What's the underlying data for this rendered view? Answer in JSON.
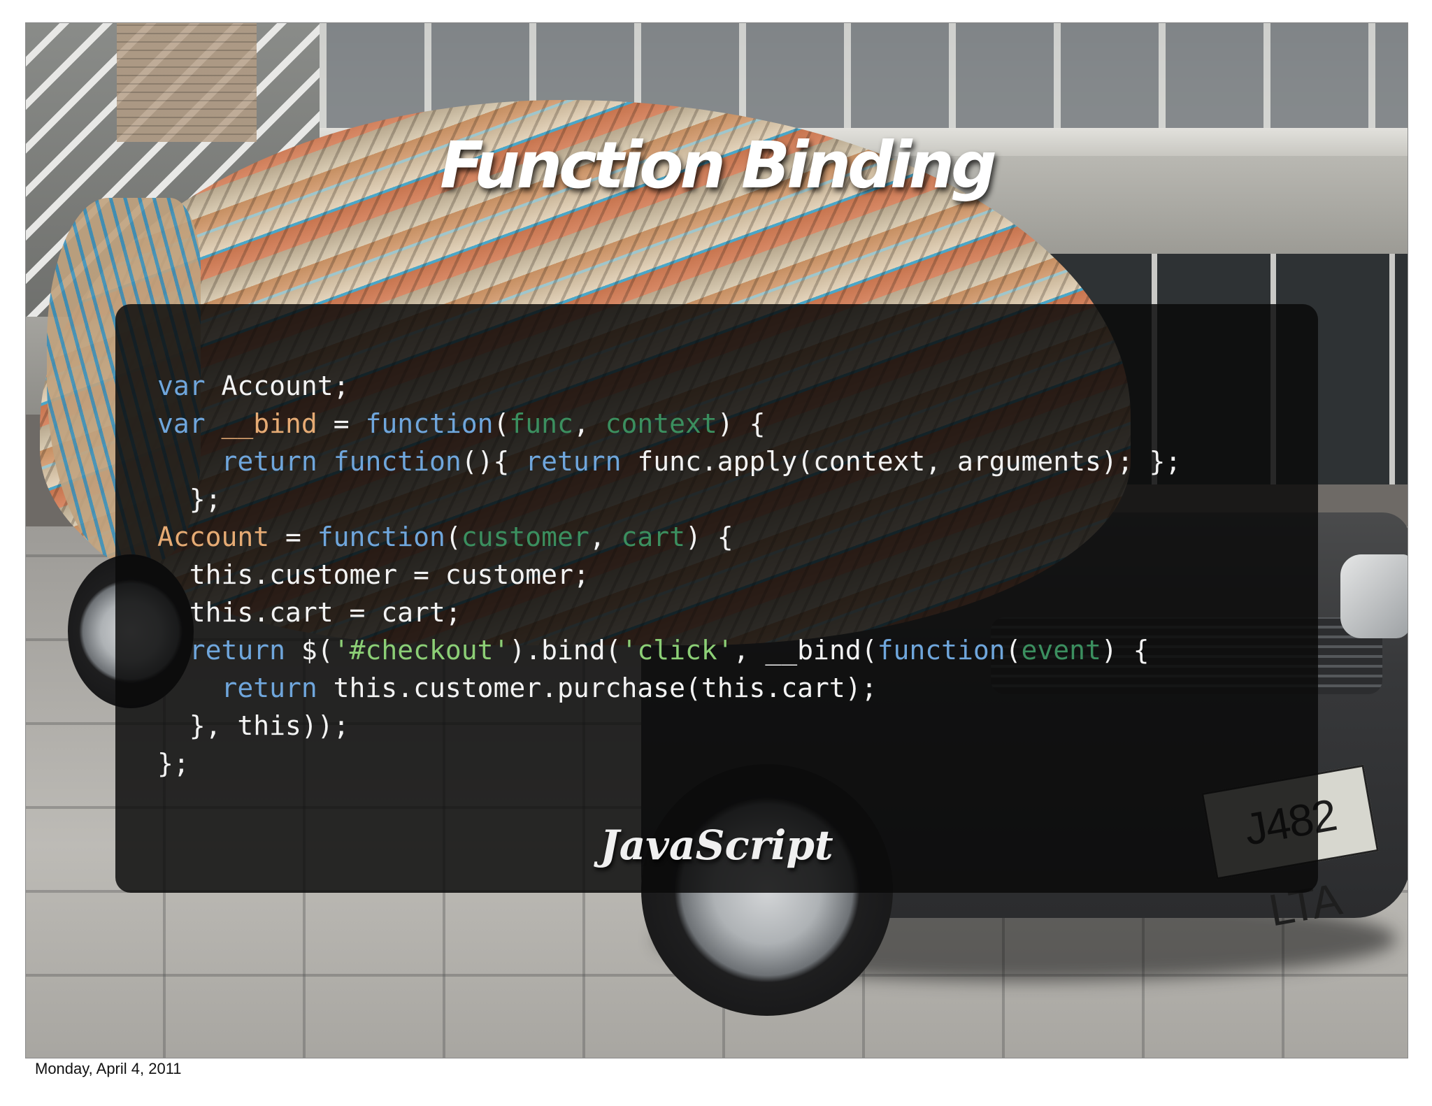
{
  "slide": {
    "title": "Function Binding",
    "language_label": "JavaScript",
    "photo": {
      "plate_text": "J482 LTA"
    },
    "code_lines": [
      [
        {
          "t": "var",
          "c": "kw"
        },
        {
          "t": " Account;"
        }
      ],
      [
        {
          "t": "var",
          "c": "kw"
        },
        {
          "t": " "
        },
        {
          "t": "__bind",
          "c": "fn"
        },
        {
          "t": " = "
        },
        {
          "t": "function",
          "c": "kw"
        },
        {
          "t": "("
        },
        {
          "t": "func",
          "c": "prm"
        },
        {
          "t": ", "
        },
        {
          "t": "context",
          "c": "prm"
        },
        {
          "t": ") {"
        }
      ],
      [
        {
          "t": "    "
        },
        {
          "t": "return",
          "c": "kw"
        },
        {
          "t": " "
        },
        {
          "t": "function",
          "c": "kw"
        },
        {
          "t": "(){ "
        },
        {
          "t": "return",
          "c": "kw"
        },
        {
          "t": " func.apply(context, arguments); };"
        }
      ],
      [
        {
          "t": "  };"
        }
      ],
      [
        {
          "t": "Account",
          "c": "fn"
        },
        {
          "t": " = "
        },
        {
          "t": "function",
          "c": "kw"
        },
        {
          "t": "("
        },
        {
          "t": "customer",
          "c": "prm"
        },
        {
          "t": ", "
        },
        {
          "t": "cart",
          "c": "prm"
        },
        {
          "t": ") {"
        }
      ],
      [
        {
          "t": "  this.customer = customer;"
        }
      ],
      [
        {
          "t": "  this.cart = cart;"
        }
      ],
      [
        {
          "t": "  "
        },
        {
          "t": "return",
          "c": "kw"
        },
        {
          "t": " $("
        },
        {
          "t": "'#checkout'",
          "c": "str"
        },
        {
          "t": ").bind("
        },
        {
          "t": "'click'",
          "c": "str"
        },
        {
          "t": ", __bind("
        },
        {
          "t": "function",
          "c": "kw"
        },
        {
          "t": "("
        },
        {
          "t": "event",
          "c": "prm"
        },
        {
          "t": ") {"
        }
      ],
      [
        {
          "t": "    "
        },
        {
          "t": "return",
          "c": "kw"
        },
        {
          "t": " this.customer.purchase(this.cart);"
        }
      ],
      [
        {
          "t": "  }, this));"
        }
      ],
      [
        {
          "t": "};"
        }
      ]
    ]
  },
  "footer": {
    "date": "Monday, April 4, 2011"
  },
  "colors": {
    "keyword": "#6fa6dc",
    "function_name": "#e6ab74",
    "parameter": "#3b8f5f",
    "string": "#8ccf76",
    "plain": "#f3f3f3"
  }
}
